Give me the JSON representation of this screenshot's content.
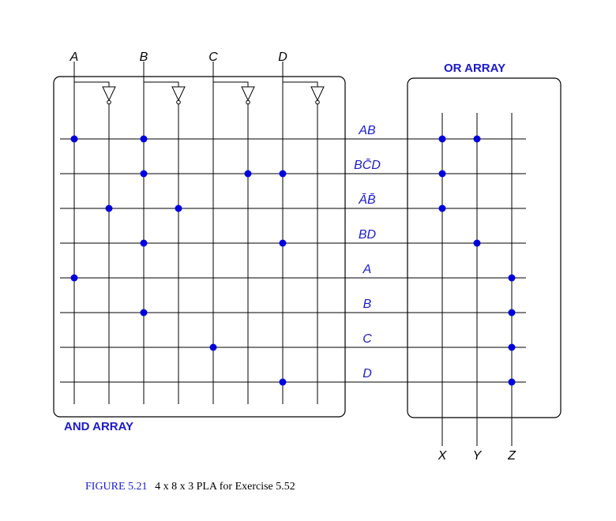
{
  "inputs": [
    "A",
    "B",
    "C",
    "D"
  ],
  "products": [
    {
      "label": "AB",
      "and": [
        0,
        2
      ],
      "or": [
        0,
        1
      ]
    },
    {
      "label": "BC̄D",
      "and": [
        2,
        5,
        6
      ],
      "or": [
        0
      ]
    },
    {
      "label": "ĀB̄",
      "and": [
        1,
        3
      ],
      "or": [
        0
      ]
    },
    {
      "label": "BD",
      "and": [
        2,
        6
      ],
      "or": [
        1
      ]
    },
    {
      "label": "A",
      "and": [
        0
      ],
      "or": [
        2
      ]
    },
    {
      "label": "B",
      "and": [
        2
      ],
      "or": [
        2
      ]
    },
    {
      "label": "C",
      "and": [
        4
      ],
      "or": [
        2
      ]
    },
    {
      "label": "D",
      "and": [
        6
      ],
      "or": [
        2
      ]
    }
  ],
  "outputs": [
    "X",
    "Y",
    "Z"
  ],
  "and_array_label": "AND ARRAY",
  "or_array_label": "OR ARRAY",
  "caption": {
    "prefix": "FIGURE 5.21",
    "text": "4 x 8 x 3 PLA for Exercise 5.52"
  },
  "colors": {
    "accent": "#1a1acc",
    "dot": "#0000dd",
    "line": "#000000"
  }
}
